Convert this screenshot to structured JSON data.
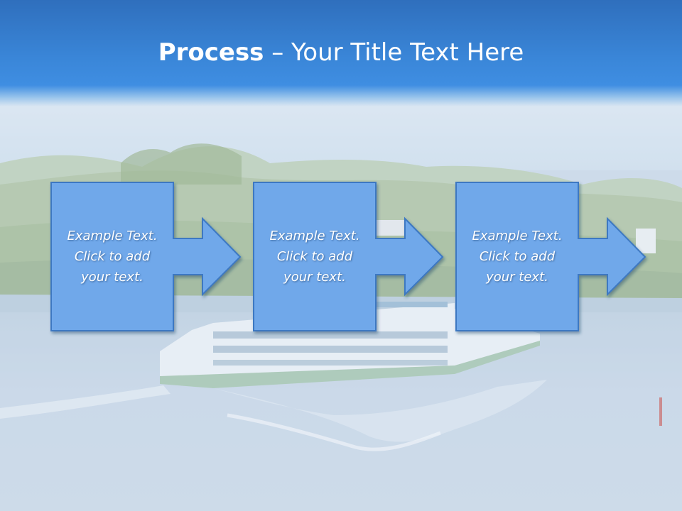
{
  "slide": {
    "title_bold": "Process",
    "title_rest": " – Your Title Text Here",
    "steps": [
      {
        "text": "Example Text.\nClick  to add\nyour text."
      },
      {
        "text": "Example Text.\nClick  to add\nyour text."
      },
      {
        "text": "Example Text.\nClick  to add\nyour text."
      }
    ],
    "colors": {
      "title_bar": "#3a86d8",
      "step_fill": "#6fa8ea",
      "step_border": "#3d78c2",
      "text": "#ffffff"
    }
  }
}
